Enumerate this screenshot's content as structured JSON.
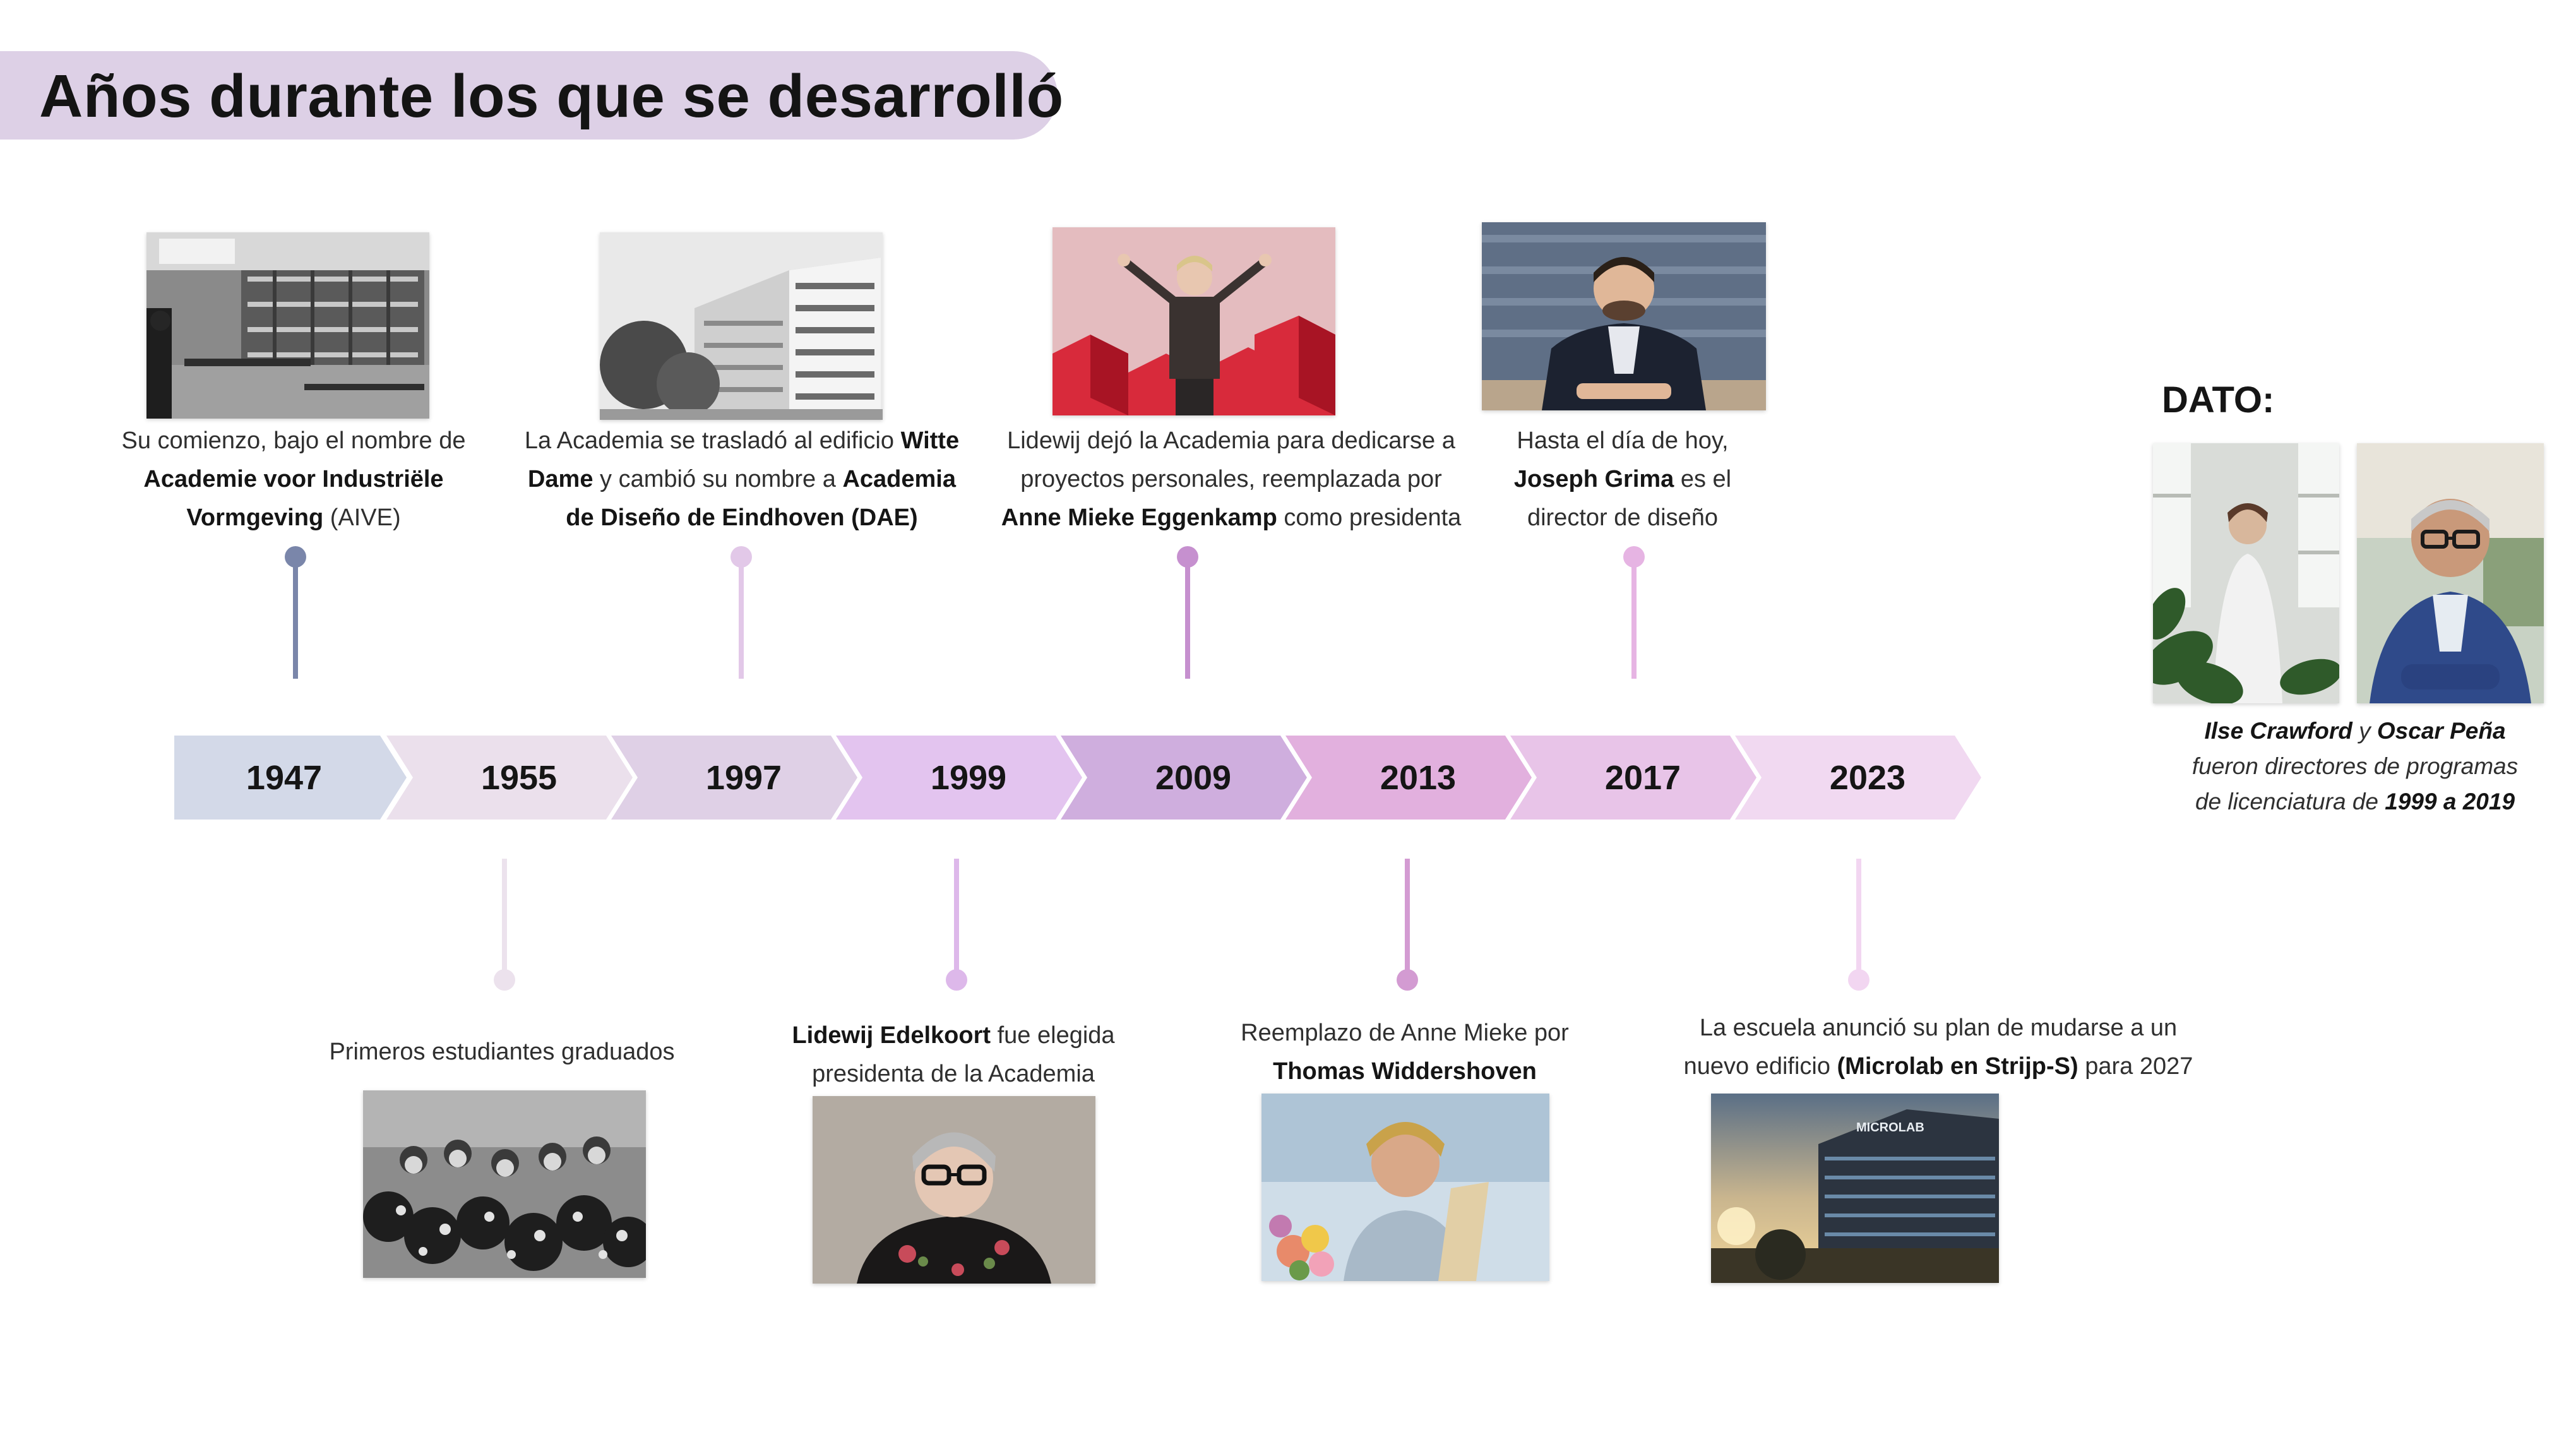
{
  "title": "Años durante los que se desarrolló",
  "timeline": {
    "years": [
      "1947",
      "1955",
      "1997",
      "1999",
      "2009",
      "2013",
      "2017",
      "2023"
    ],
    "colors": [
      "#d3d9e8",
      "#ebe0ec",
      "#dfd0e6",
      "#e3c4ef",
      "#cfaede",
      "#e2b0de",
      "#e8c4e8",
      "#f1d9f1"
    ]
  },
  "events_top": [
    {
      "year": "1947",
      "line1_pre": "Su comienzo, bajo el nombre de",
      "line2_bold": "Academie voor Industriële",
      "line3_bold": "Vormgeving",
      "line3_post": " (AIVE)"
    },
    {
      "year": "1997",
      "line1_pre": "La Academia se trasladó al edificio ",
      "line1_bold": "Witte",
      "line2_bold": "Dame",
      "line2_post": "  y cambió su nombre a ",
      "line2_bold2": "Academia",
      "line3_bold": "de Diseño de Eindhoven (DAE)"
    },
    {
      "year": "2009",
      "line1_pre": "Lidewij dejó la Academia para dedicarse a",
      "line2_pre": "proyectos personales, reemplazada por",
      "line3_bold": "Anne Mieke Eggenkamp",
      "line3_post": " como presidenta"
    },
    {
      "year": "2017",
      "line1_pre": "Hasta el día de hoy,",
      "line2_bold": "Joseph Grima",
      "line2_post": " es el",
      "line3_pre": "director de diseño"
    }
  ],
  "events_bottom": [
    {
      "year": "1955",
      "line1_pre": "Primeros estudiantes graduados"
    },
    {
      "year": "1999",
      "line1_bold": "Lidewij Edelkoort",
      "line1_post": " fue elegida",
      "line2_pre": "presidenta de la Academia"
    },
    {
      "year": "2013",
      "line1_pre": "Reemplazo de Anne Mieke por",
      "line2_bold": "Thomas Widdershoven"
    },
    {
      "year": "2023",
      "line1_pre": "La escuela anunció su plan de mudarse a un",
      "line2_pre": "nuevo edificio ",
      "line2_bold": "(Microlab en Strijp-S)",
      "line2_post": " para 2027"
    }
  ],
  "dato": {
    "title": "DATO:",
    "name1": "Ilse Crawford",
    "conj": " y ",
    "name2": "Oscar Peña",
    "line2": "fueron directores de  programas",
    "line3_pre": "de licenciatura de ",
    "line3_bold": "1999 a 2019"
  },
  "photo_signs": {
    "microlab": "MICROLAB"
  }
}
